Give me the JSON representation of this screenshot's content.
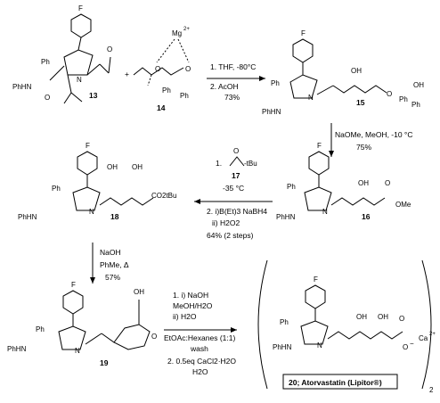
{
  "atoms": {
    "F": "F",
    "Ph": "Ph",
    "PhHN": "PhHN",
    "N": "N",
    "O": "O",
    "OH": "OH",
    "OMe": "OMe",
    "Mg": "Mg",
    "Mg_charge": "2+",
    "Ca": "Ca",
    "Ca_charge": "2+",
    "minus": "−",
    "H": "H"
  },
  "compounds": {
    "c13": "13",
    "c14": "14",
    "c15": "15",
    "c16": "16",
    "c17": "17",
    "c18": "18",
    "c19": "19",
    "c20": "20; Atorvastatin (Lipitor®)"
  },
  "reagents": {
    "step1": [
      "1. THF, -80°C",
      "2. AcOH",
      "73%"
    ],
    "step2": [
      "NaOMe, MeOH, -10 °C",
      "75%"
    ],
    "step3": [
      "1.",
      "17",
      "-35 °C",
      "2. i)B(Et)3 NaBH4",
      "ii) H2O2",
      "64% (2 steps)"
    ],
    "step4": [
      "NaOH",
      "PhMe, Δ",
      "57%"
    ],
    "step5": [
      "1. i) NaOH",
      "MeOH/H2O",
      "ii) H2O",
      "EtOAc:Hexanes (1:1)",
      "wash",
      "2. 0.5eq CaCl2·H2O",
      "H2O"
    ]
  },
  "misc": {
    "plus": "+",
    "OtBu": "-tBu",
    "CO2tBu": "CO2tBu",
    "stoich": "2"
  }
}
